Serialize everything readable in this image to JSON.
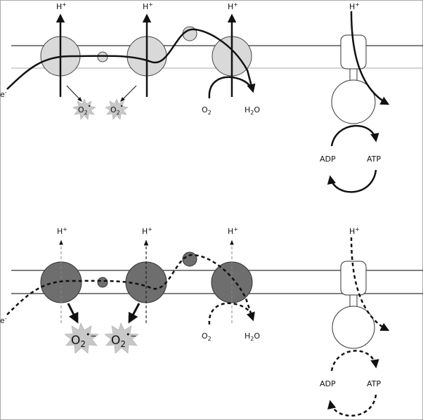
{
  "labels": {
    "proton": "H",
    "plus": "+",
    "electron": "e",
    "minus": "-",
    "oxygen": "O",
    "two": "2",
    "radical_dot": "•",
    "radical_minus": "−",
    "water": "H",
    "water_tail": "O",
    "adp": "ADP",
    "atp": "ATP"
  },
  "colors": {
    "ink": "#111111",
    "membrane_outer": "#333333",
    "membrane_inner_top": "#bbbbbb",
    "complex_fill_top": "#d9d9d9",
    "complex_fill_bottom": "#6e6e6e",
    "ros_fill": "#c8c8c8",
    "frame": "#aaaaaa"
  },
  "panels": [
    {
      "id": "normal",
      "flow": "solid"
    },
    {
      "id": "impaired",
      "flow": "dashed"
    }
  ]
}
